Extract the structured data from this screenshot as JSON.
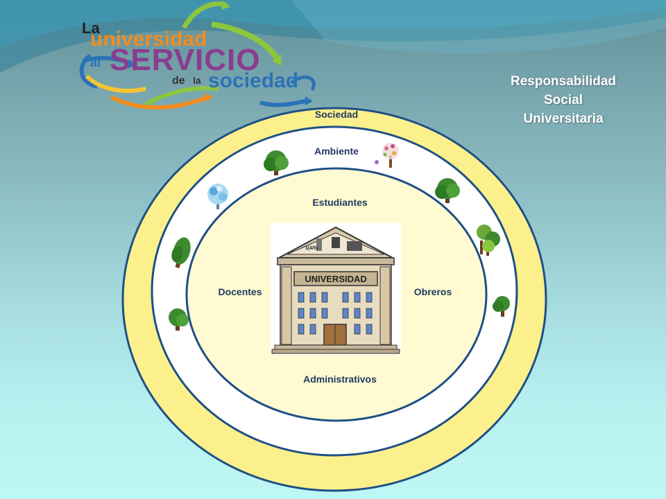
{
  "logo": {
    "line1": "La",
    "line2": "universidad",
    "line3a": "al",
    "line3b": "SERVICIO",
    "line4a": "de",
    "line4b": "la",
    "line4c": "sociedad",
    "colors": {
      "orange": "#f28c1e",
      "green": "#8cc63f",
      "blue": "#2b73b7",
      "purple": "#8a3c8e",
      "yellow": "#f7c531"
    }
  },
  "title": {
    "line1": "Responsabilidad",
    "line2": "Social",
    "line3": "Universitaria"
  },
  "rings": {
    "outer": "Sociedad",
    "middle": "Ambiente",
    "inner_top": "Estudiantes",
    "inner_left": "Docentes",
    "inner_right": "Obreros",
    "inner_bottom": "Administrativos"
  },
  "building": {
    "sign": "UNIVERSIDAD",
    "pediment_text": "1(4/5)"
  },
  "colors": {
    "ring_fill": "#fbf08c",
    "inner_fill": "#fffad1",
    "ring_stroke": "#1e4f86",
    "label": "#1f3a60"
  }
}
